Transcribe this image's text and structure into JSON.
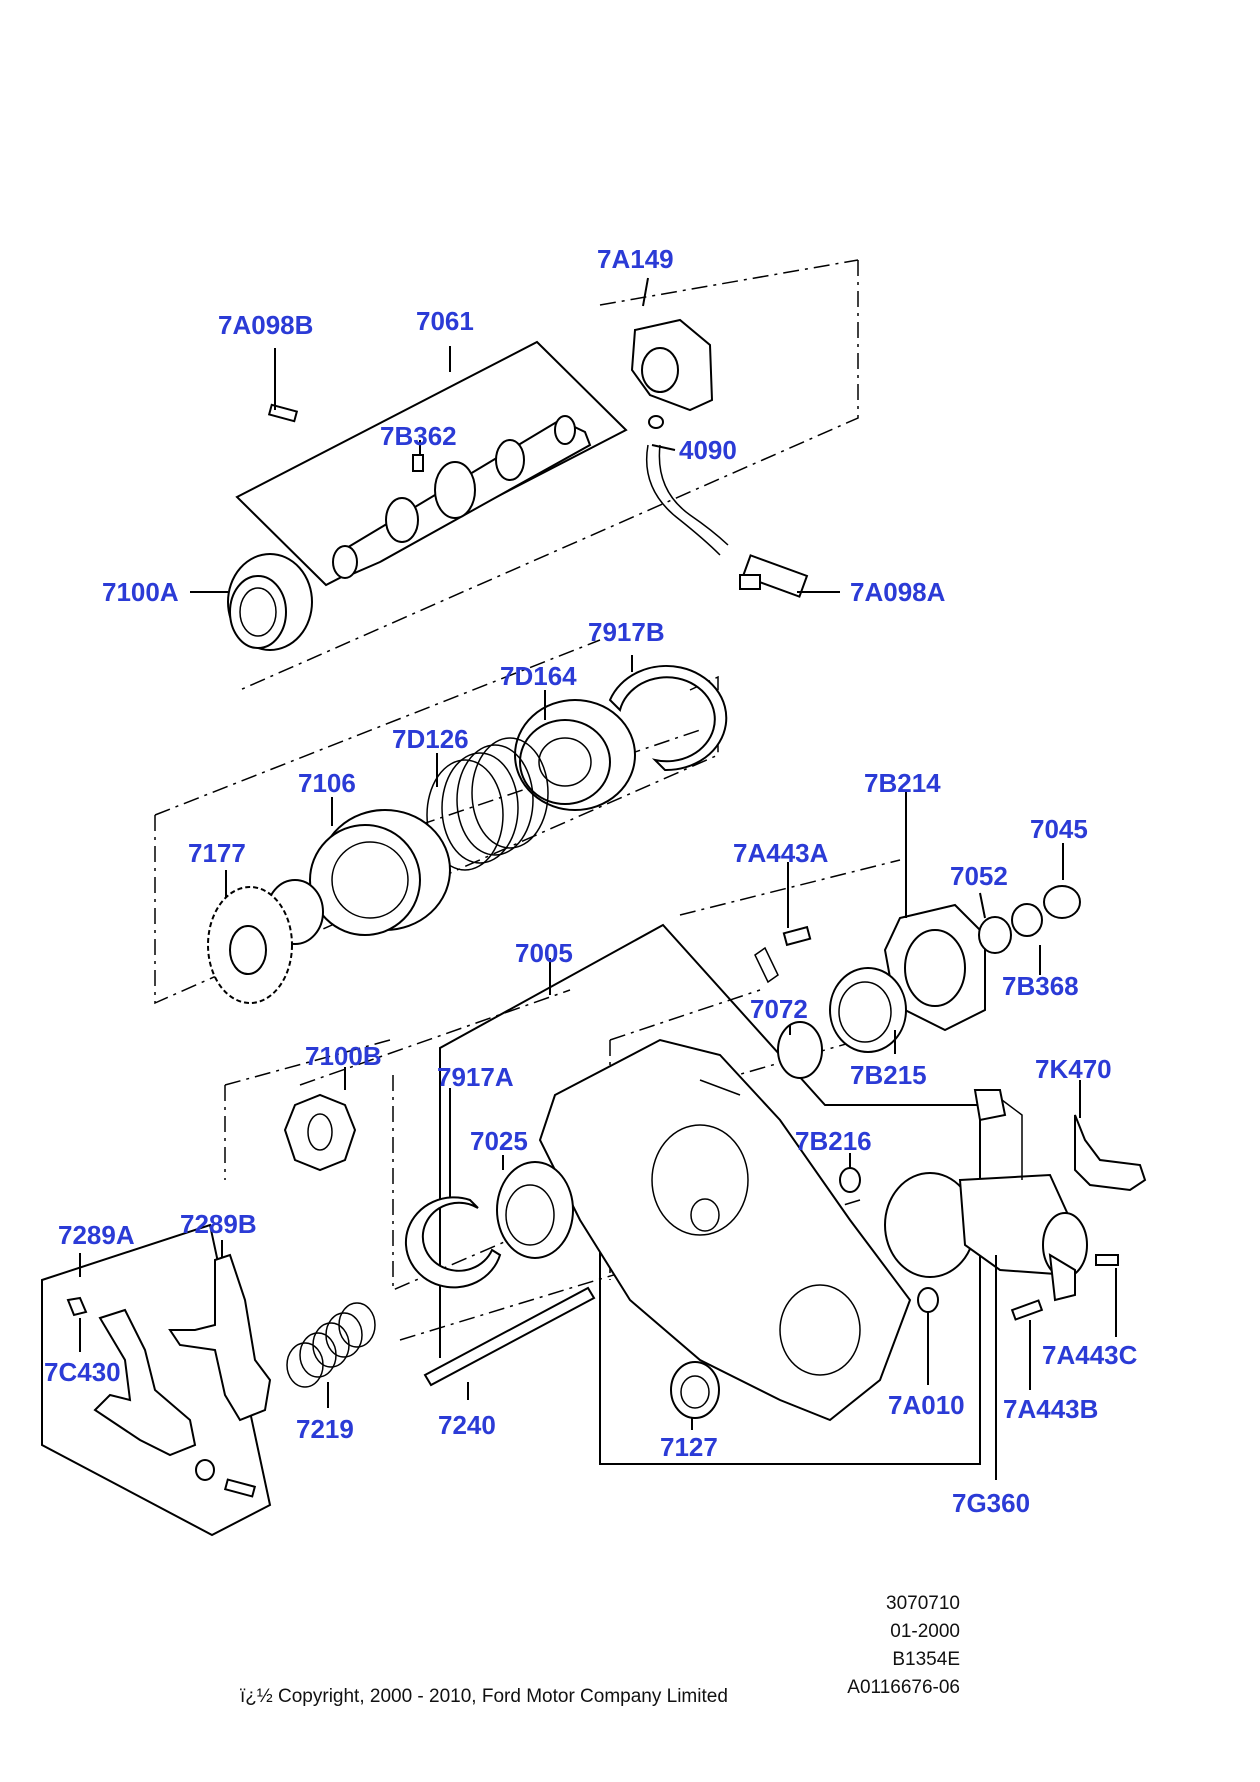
{
  "labels": {
    "p7A149": "7A149",
    "p7A098B": "7A098B",
    "p7061": "7061",
    "p7B362": "7B362",
    "p4090": "4090",
    "p7100A": "7100A",
    "p7A098A": "7A098A",
    "p7917B": "7917B",
    "p7D164": "7D164",
    "p7D126": "7D126",
    "p7106": "7106",
    "p7177": "7177",
    "p7B214": "7B214",
    "p7045": "7045",
    "p7A443A": "7A443A",
    "p7052": "7052",
    "p7005": "7005",
    "p7B368": "7B368",
    "p7072": "7072",
    "p7100B": "7100B",
    "p7917A": "7917A",
    "p7B215": "7B215",
    "p7K470": "7K470",
    "p7025": "7025",
    "p7B216": "7B216",
    "p7289A": "7289A",
    "p7289B": "7289B",
    "p7C430": "7C430",
    "p7219": "7219",
    "p7240": "7240",
    "p7127": "7127",
    "p7A010": "7A010",
    "p7A443C": "7A443C",
    "p7A443B": "7A443B",
    "p7G360": "7G360"
  },
  "meta": {
    "line1": "3070710",
    "line2": "01-2000",
    "line3": "B1354E",
    "line4": "A0116676-06"
  },
  "copyright": "ï¿½ Copyright, 2000 - 2010, Ford Motor Company Limited",
  "colors": {
    "label": "#2b3bd6",
    "line": "#000000"
  }
}
